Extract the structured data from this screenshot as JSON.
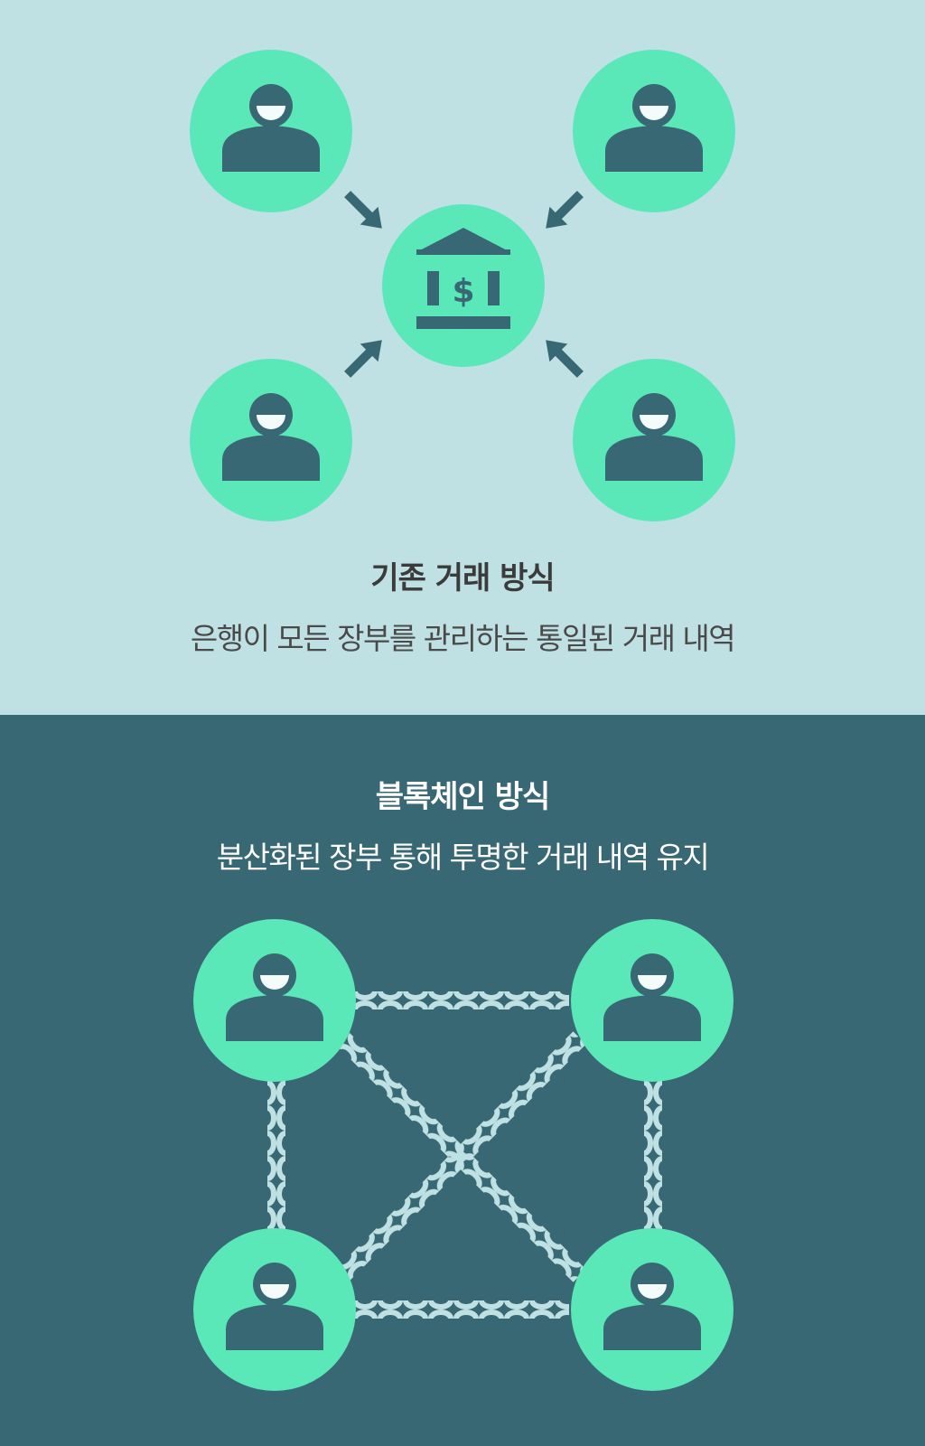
{
  "colors": {
    "top_background": "#bfe1e3",
    "bottom_background": "#386874",
    "node_fill": "#5be8b9",
    "icon_dark": "#386874",
    "chain": "#bfe1e3"
  },
  "traditional": {
    "title": "기존 거래 방식",
    "description": "은행이 모든 장부를 관리하는 통일된 거래 내역",
    "center_icon": "bank-icon",
    "nodes": [
      "user-icon",
      "user-icon",
      "user-icon",
      "user-icon"
    ],
    "connector": "arrow-toward-bank"
  },
  "blockchain": {
    "title": "블록체인 방식",
    "description": "분산화된 장부 통해 투명한 거래 내역 유지",
    "nodes": [
      "user-icon",
      "user-icon",
      "user-icon",
      "user-icon"
    ],
    "connector": "chain-link"
  }
}
